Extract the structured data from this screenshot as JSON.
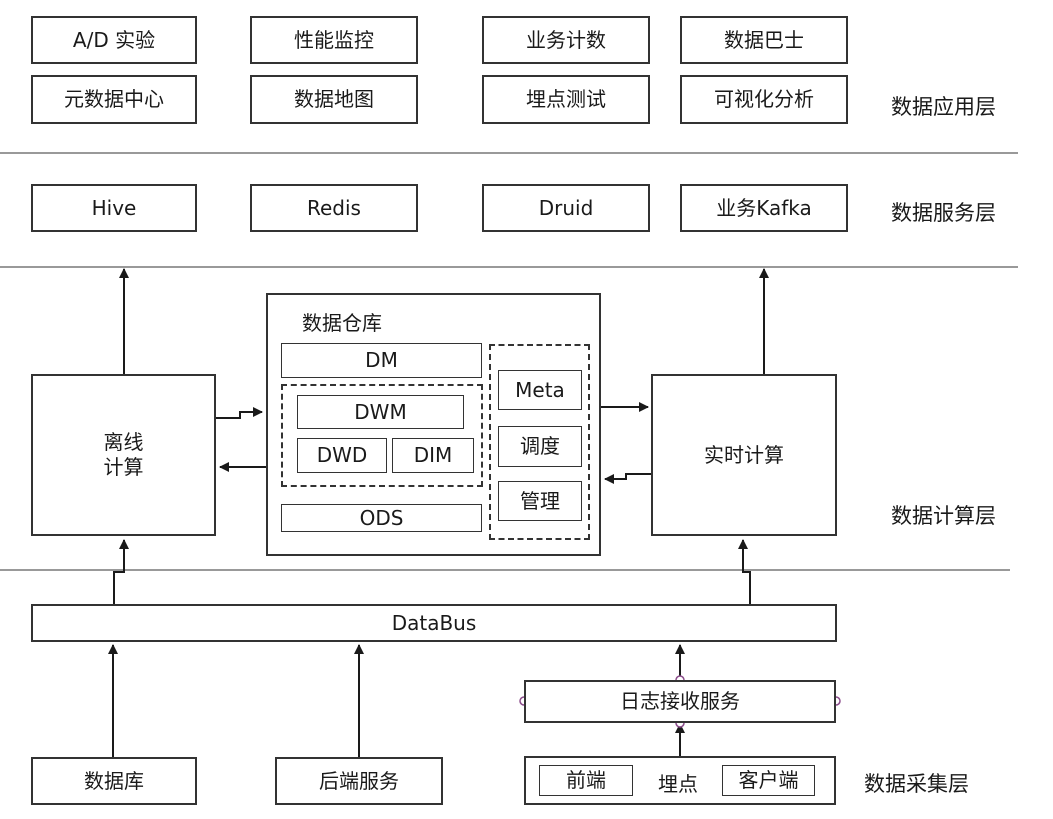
{
  "layers": {
    "application": "数据应用层",
    "service": "数据服务层",
    "compute": "数据计算层",
    "collection": "数据采集层"
  },
  "application_boxes": [
    "A/D 实验",
    "性能监控",
    "业务计数",
    "数据巴士",
    "元数据中心",
    "数据地图",
    "埋点测试",
    "可视化分析"
  ],
  "service_boxes": [
    "Hive",
    "Redis",
    "Druid",
    "业务Kafka"
  ],
  "compute": {
    "offline_line1": "离线",
    "offline_line2": "计算",
    "warehouse_title": "数据仓库",
    "dm": "DM",
    "dwm": "DWM",
    "dwd": "DWD",
    "dim": "DIM",
    "ods": "ODS",
    "meta": "Meta",
    "schedule": "调度",
    "manage": "管理",
    "realtime": "实时计算"
  },
  "databus": "DataBus",
  "collection": {
    "log_service": "日志接收服务",
    "database": "数据库",
    "backend": "后端服务",
    "frontend": "前端",
    "tracking": "埋点",
    "client": "客户端"
  }
}
